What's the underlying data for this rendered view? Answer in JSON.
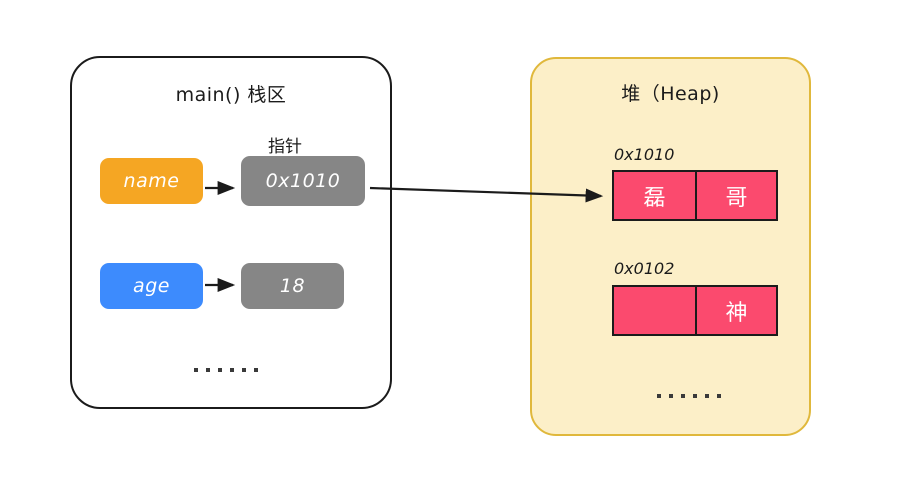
{
  "diagram": {
    "title_stack": "main() 栈区",
    "title_heap": "堆（Heap)",
    "stack": {
      "pointer_label": "指针",
      "rows": [
        {
          "var_name": "name",
          "value": "0x1010"
        },
        {
          "var_name": "age",
          "value": "18"
        }
      ],
      "ellipsis": "......"
    },
    "heap": {
      "blocks": [
        {
          "address": "0x1010",
          "cells": [
            "磊",
            "哥"
          ]
        },
        {
          "address": "0x0102",
          "cells": [
            "",
            "神"
          ]
        }
      ],
      "ellipsis": "......"
    },
    "colors": {
      "name_box": "#f5a623",
      "age_box": "#3d8bfd",
      "value_box": "#868686",
      "heap_cell": "#fb4a6e",
      "heap_panel_bg": "#fcefc8",
      "heap_panel_border": "#e0b83c",
      "stack_panel_border": "#1b1b1b",
      "arrow": "#1b1b1b"
    }
  }
}
